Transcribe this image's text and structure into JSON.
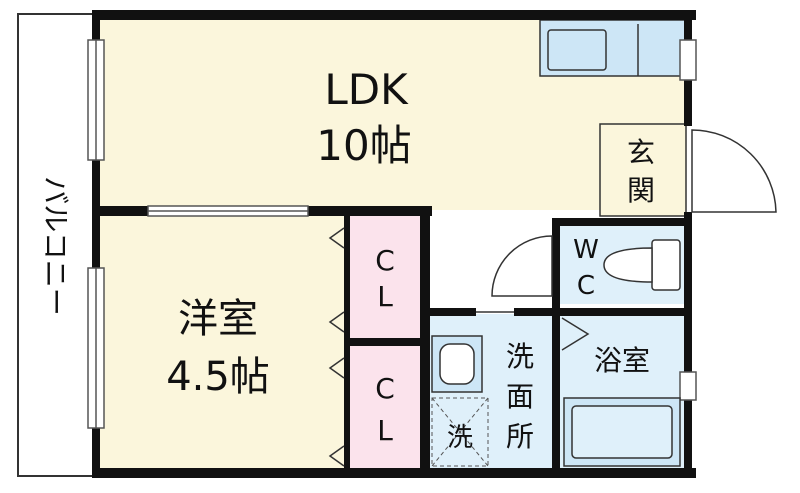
{
  "colors": {
    "wall": "#111111",
    "ldk_floor": "#fbf6dc",
    "western_floor": "#fbf6dc",
    "closet_floor": "#fbe3ec",
    "wet_floor": "#dff0fa",
    "fixture": "#cde6f6",
    "line": "#333333"
  },
  "rooms": {
    "ldk": {
      "name": "LDK",
      "size": "10帖"
    },
    "western": {
      "name": "洋室",
      "size": "4.5帖"
    },
    "closet_upper": {
      "line1": "C",
      "line2": "L"
    },
    "closet_lower": {
      "line1": "C",
      "line2": "L"
    },
    "entrance": {
      "line1": "玄",
      "line2": "関"
    },
    "wc": {
      "line1": "W",
      "line2": "C"
    },
    "bath": {
      "name": "浴室"
    },
    "washroom": {
      "line1": "洗",
      "line2": "面",
      "line3": "所"
    },
    "washer": {
      "name": "洗"
    }
  },
  "balcony": {
    "label": "バルコニー"
  }
}
